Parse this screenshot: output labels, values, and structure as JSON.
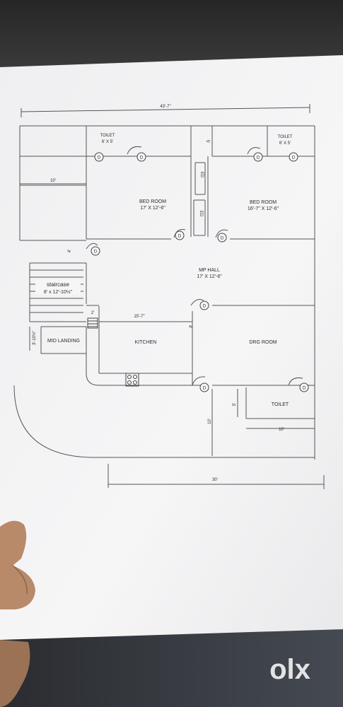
{
  "plan": {
    "dimensions": {
      "overall_width": "43'-7\"",
      "bottom_width": "30'",
      "left_strip": "10'",
      "passage_5": "5'",
      "stair_offset": "4'",
      "kitchen_width": "15'-7\"",
      "small_2": "2'",
      "door_4": "4'",
      "mid_landing": "3'-10½\"",
      "toilet_height_5": "5'",
      "lower_10_vert": "10'",
      "lower_10_horiz": "10'"
    },
    "rooms": {
      "toilet_left": {
        "name": "TOILET",
        "size": "6' X 5'"
      },
      "toilet_right": {
        "name": "TOILET",
        "size": "6' X 5'"
      },
      "bed_room_left": {
        "name": "BED ROOM",
        "size": "17' X 12'-6\""
      },
      "bed_room_right": {
        "name": "BED ROOM",
        "size": "16'-7\" X 12'-6\""
      },
      "mp_hall": {
        "name": "MP HALL",
        "size": "17' X 12'-6\""
      },
      "staircase": {
        "name": "staircase",
        "size": "8' x 12'-10½\""
      },
      "mid_landing": {
        "name": "MID LANDING"
      },
      "kitchen": {
        "name": "KITCHEN"
      },
      "drg_room": {
        "name": "DRG ROOM"
      },
      "toilet_lower": {
        "name": "TOILET"
      }
    },
    "door_marker": "D",
    "wardrobe_upper": "ED",
    "wardrobe_lower": "ED"
  },
  "watermark": {
    "brand": "olx"
  }
}
